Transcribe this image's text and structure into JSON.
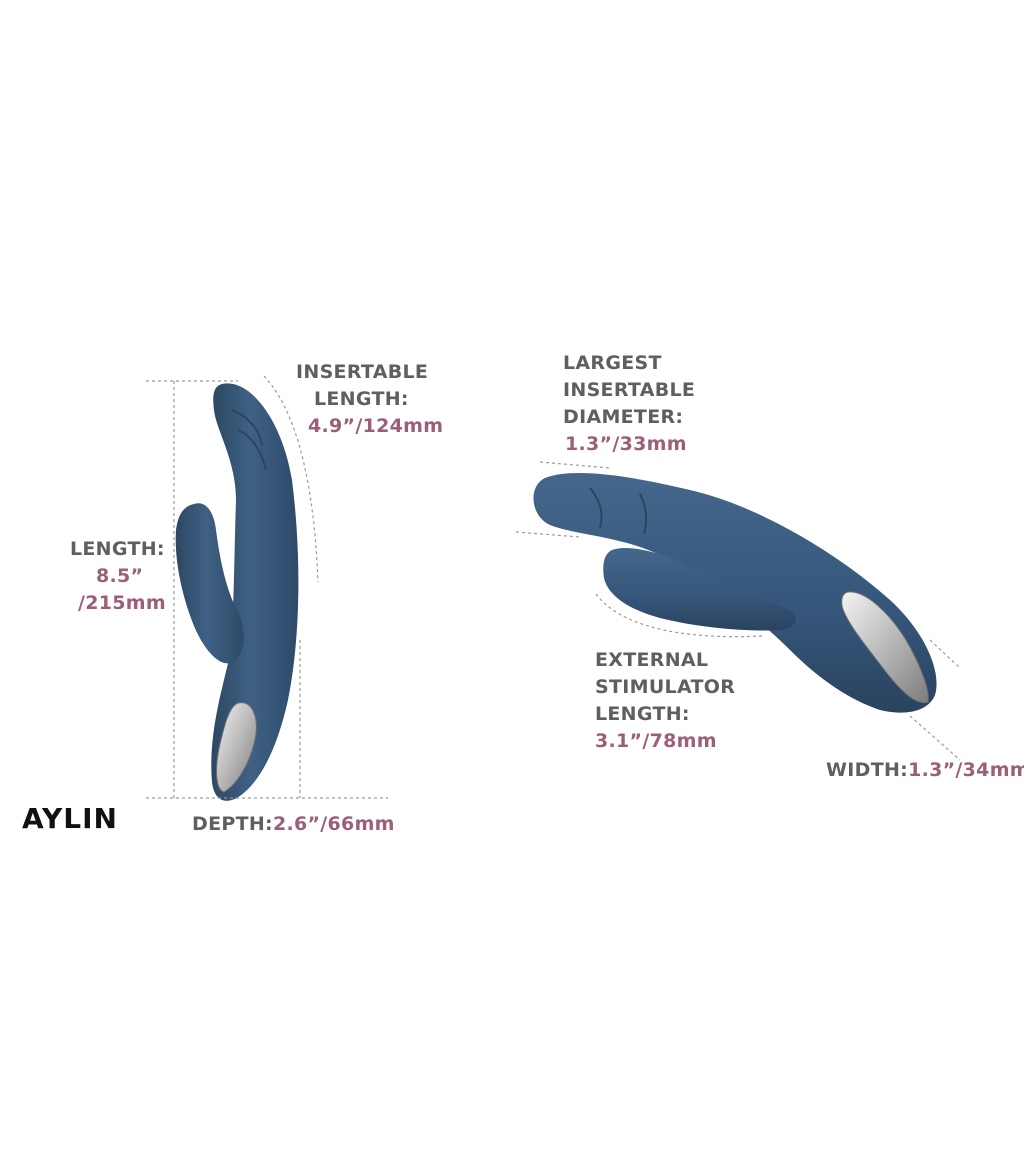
{
  "colors": {
    "body": "#3b5b7c",
    "body_dark": "#2c4762",
    "label_gray": "#5f5f60",
    "value_mauve": "#9b5f7a",
    "chrome": "#c9c9c9"
  },
  "product_name": "AYLIN",
  "labels": {
    "insertable_length": {
      "title1": "INSERTABLE",
      "title2": "LENGTH:",
      "value": "4.9”/124mm"
    },
    "length": {
      "title": "LENGTH:",
      "value1": "8.5”",
      "value2": "/215mm"
    },
    "depth": {
      "title": "DEPTH:",
      "value": "2.6”/66mm"
    },
    "largest_diameter": {
      "title1": "LARGEST",
      "title2": "INSERTABLE",
      "title3": "DIAMETER:",
      "value": "1.3”/33mm"
    },
    "external_stimulator": {
      "title1": "EXTERNAL",
      "title2": "STIMULATOR",
      "title3": "LENGTH:",
      "value": "3.1”/78mm"
    },
    "width": {
      "title": "WIDTH:",
      "value": "1.3”/34mm"
    }
  },
  "icons": [
    "product-standing-image",
    "product-lying-image"
  ]
}
